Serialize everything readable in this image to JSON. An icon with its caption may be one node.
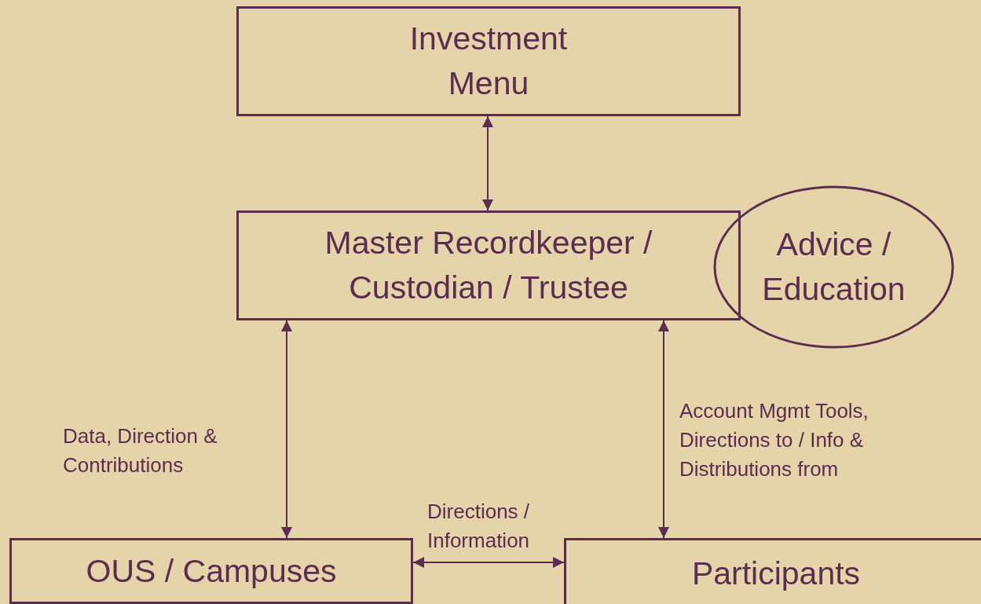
{
  "diagram": {
    "nodes": [
      {
        "text": [
          "Investment Menu"
        ]
      },
      {
        "text": [
          "Master Recordkeeper / Custodian / Trustee"
        ]
      },
      {
        "text": [
          "Advice / Education"
        ]
      },
      {
        "text": [
          "OUS / Campuses"
        ]
      },
      {
        "text": [
          "Participants"
        ]
      }
    ],
    "edges": [
      {
        "from": 0,
        "to": 1,
        "arrow": "both"
      },
      {
        "from": 1,
        "to": 3,
        "arrow": "both",
        "label": "Data, Direction & Contributions"
      },
      {
        "from": 1,
        "to": 4,
        "arrow": "both",
        "label": "Account Mgmt Tools, Directions to / Info & Distributions from"
      },
      {
        "from": 3,
        "to": 4,
        "arrow": "both",
        "label": "Directions / Information"
      }
    ]
  }
}
